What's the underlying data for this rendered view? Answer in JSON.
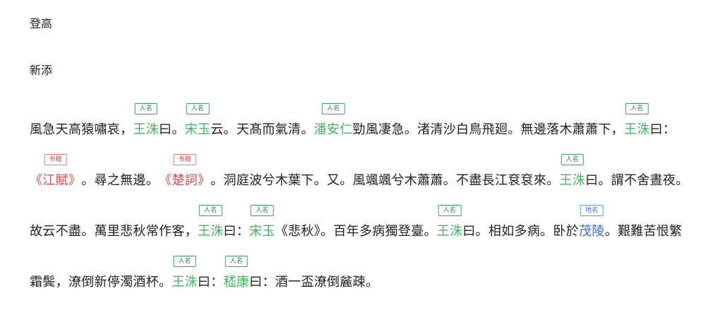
{
  "title": "登高",
  "subtitle": "新添",
  "colors": {
    "person": "#3cba5c",
    "book": "#e5484d",
    "place": "#3b6fd9"
  },
  "lines": [
    [
      {
        "t": "風急天高猿嘯哀，"
      },
      {
        "t": "王洙",
        "tag": "人名",
        "type": "person"
      },
      {
        "t": "曰。"
      },
      {
        "t": "宋玉",
        "tag": "人名",
        "type": "person"
      },
      {
        "t": "云。天髙而氣清。"
      },
      {
        "t": "潘安仁",
        "tag": "人名",
        "type": "person"
      },
      {
        "t": "勁風凄急。渚清沙白鳥飛廻。無邊落木蕭蕭下，"
      },
      {
        "t": "王洙",
        "tag": "人名",
        "type": "person"
      },
      {
        "t": "曰："
      }
    ],
    [
      {
        "t": "《江賦》",
        "tag": "书籍",
        "type": "book"
      },
      {
        "t": "。尋之無邊。"
      },
      {
        "t": "《楚詞》",
        "tag": "书籍",
        "type": "book"
      },
      {
        "t": "。洞庭波兮木葉下。又。風颯颯兮木蕭蕭。不盡長江袞袞來。"
      },
      {
        "t": "王洙",
        "tag": "人名",
        "type": "person"
      },
      {
        "t": "曰。謂不舍晝夜。"
      }
    ],
    [
      {
        "t": "故云不盡。萬里悲秋常作客，"
      },
      {
        "t": "王洙",
        "tag": "人名",
        "type": "person"
      },
      {
        "t": "曰："
      },
      {
        "t": "宋玉",
        "tag": "人名",
        "type": "person"
      },
      {
        "t": "《悲秋》。百年多病獨登臺。"
      },
      {
        "t": "王洙",
        "tag": "人名",
        "type": "person"
      },
      {
        "t": "曰。相如多病。卧於"
      },
      {
        "t": "茂陵",
        "tag": "地名",
        "type": "place"
      },
      {
        "t": "。艱難苦恨繁"
      }
    ],
    [
      {
        "t": "霜鬓，潦倒新停濁酒杯。"
      },
      {
        "t": "王洙",
        "tag": "人名",
        "type": "person"
      },
      {
        "t": "曰："
      },
      {
        "t": "嵇康",
        "tag": "人名",
        "type": "person"
      },
      {
        "t": "曰：酒一盃潦倒麄疎。"
      }
    ]
  ]
}
